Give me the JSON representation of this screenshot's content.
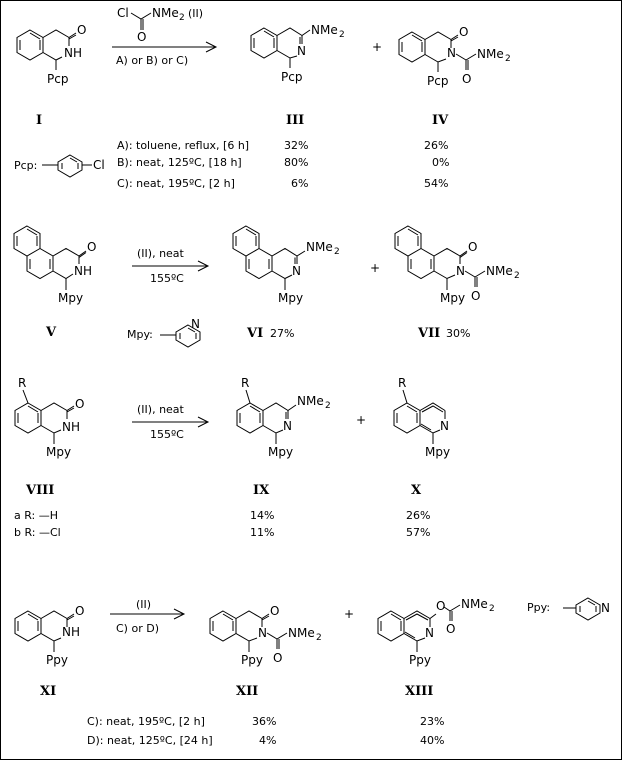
{
  "reagent": {
    "cl": "Cl",
    "o": "O",
    "nme2": "NMe",
    "nme2_sub": "2",
    "label": "(II)"
  },
  "atoms": {
    "O": "O",
    "NH": "NH",
    "N": "N",
    "Cl": "Cl",
    "NMe": "NMe",
    "sub2": "2",
    "R": "R",
    "plus": "+"
  },
  "substituents": {
    "pcp": "Pcp",
    "mpy": "Mpy",
    "ppy": "Ppy"
  },
  "scheme1": {
    "conditions_arrow": "A)  or B) or C)",
    "labels": {
      "I": "I",
      "III": "III",
      "IV": "IV"
    },
    "pcp_def": "Pcp:",
    "rows": [
      {
        "cond": "A):  toluene,   reflux,   [6 h]",
        "iii": "32%",
        "iv": "26%"
      },
      {
        "cond": "B):  neat,  125ºC,     [18 h]",
        "iii": "80%",
        "iv": "0%"
      },
      {
        "cond": "C):  neat,  195ºC,    [2 h]",
        "iii": "6%",
        "iv": "54%"
      }
    ]
  },
  "scheme2": {
    "arrow_top": "(II), neat",
    "arrow_bottom": "155ºC",
    "labels": {
      "V": "V",
      "VI": "VI",
      "VII": "VII"
    },
    "mpy_def": "Mpy:",
    "yield_vi": "27%",
    "yield_vii": "30%"
  },
  "scheme3": {
    "arrow_top": "(II), neat",
    "arrow_bottom": "155ºC",
    "labels": {
      "VIII": "VIII",
      "IX": "IX",
      "X": "X"
    },
    "rows": [
      {
        "cond": "a  R:  —H",
        "ix": "14%",
        "x": "26%"
      },
      {
        "cond": "b  R:  —Cl",
        "ix": "11%",
        "x": "57%"
      }
    ]
  },
  "scheme4": {
    "arrow_top": "(II)",
    "arrow_bottom": "C)  or D)",
    "labels": {
      "XI": "XI",
      "XII": "XII",
      "XIII": "XIII"
    },
    "ppy_def": "Ppy:",
    "rows": [
      {
        "cond": "C):  neat,  195ºC,      [2 h]",
        "xii": "36%",
        "xiii": "23%"
      },
      {
        "cond": "D):  neat,  125ºC,    [24 h]",
        "xii": "4%",
        "xiii": "40%"
      }
    ]
  }
}
